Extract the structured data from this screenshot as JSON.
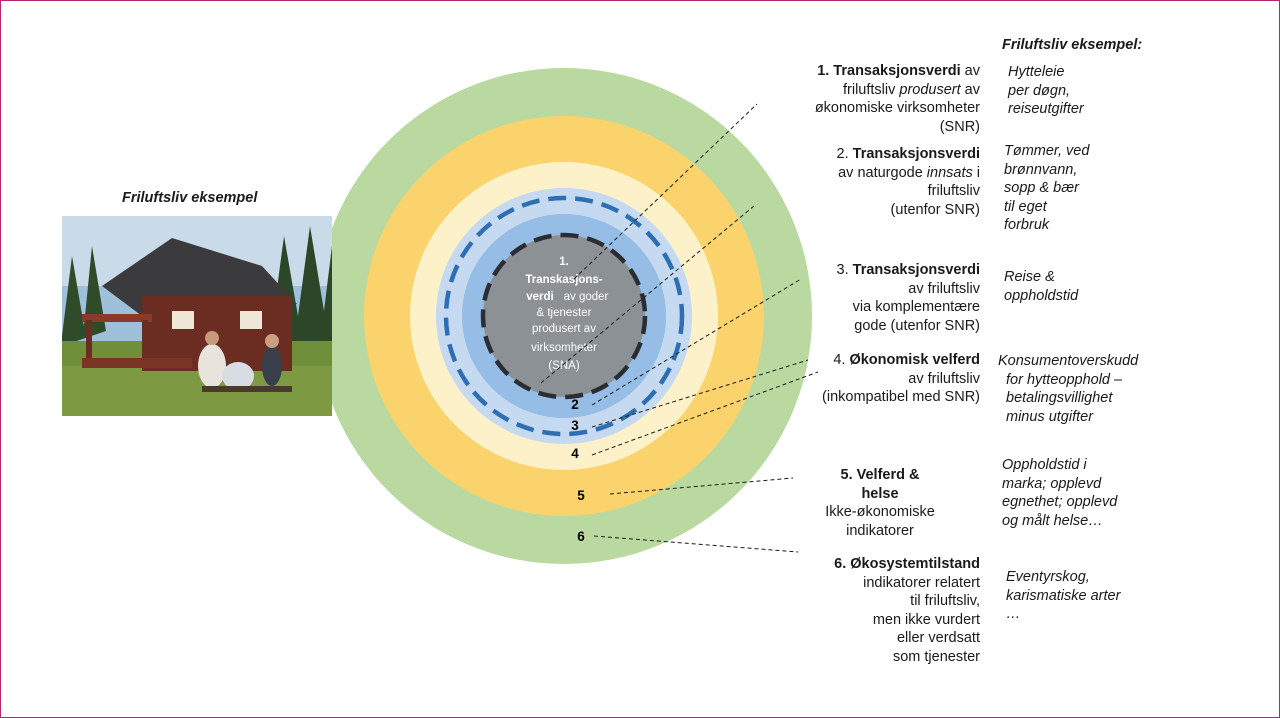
{
  "photo_title": "Friluftsliv eksempel",
  "examples_title": "Friluftsliv eksempel:",
  "center": {
    "number": "1.",
    "bold": [
      "Transkasjons-",
      "verdi"
    ],
    "rest": [
      "av goder",
      "& tjenester",
      "produsert av",
      "virksomheter",
      "(SNA)"
    ]
  },
  "ring_numbers": [
    "2",
    "3",
    "4",
    "5",
    "6"
  ],
  "labels": {
    "l1": {
      "b": "1. Transaksjonsverdi",
      "r1": " av",
      "r2a": "friluftsliv ",
      "r2i": "produsert",
      "r2b": " av",
      "r3": "økonomiske virksomheter",
      "r4": "(SNR)"
    },
    "l2": {
      "n": "2. ",
      "b": "Transaksjonsverdi",
      "r1a": "av naturgode ",
      "r1i": "innsats",
      "r1b": " i",
      "r2": "friluftsliv",
      "r3": "(utenfor SNR)"
    },
    "l3": {
      "n": "3. ",
      "b": "Transaksjonsverdi",
      "r1": "av friluftsliv",
      "r2": "via komplementære",
      "r3": "gode (utenfor SNR)"
    },
    "l4": {
      "n": "4. ",
      "b": "Økonomisk velferd",
      "r1": "av friluftsliv",
      "r2": "(inkompatibel med SNR)"
    },
    "l5": {
      "b": "5. Velferd & helse",
      "r1": "Ikke-økonomiske",
      "r2": "indikatorer"
    },
    "l6": {
      "b": "6. Økosystemtilstand",
      "r1": "indikatorer relatert",
      "r2": "til friluftsliv,",
      "r3": "men ikke vurdert",
      "r4": "eller verdsatt",
      "r5": "som tjenester"
    }
  },
  "examples": {
    "e1": [
      "Hytteleie",
      "per døgn,",
      "reiseutgifter"
    ],
    "e2": [
      "Tømmer, ved",
      "brønnvann,",
      "sopp & bær",
      "til eget",
      "forbruk"
    ],
    "e3": [
      "Reise &",
      "oppholdstid"
    ],
    "e4": [
      "Konsumentoverskudd",
      "for hytteopphold –",
      "betalingsvillighet",
      "minus utgifter"
    ],
    "e5": [
      "Oppholdstid i",
      "marka; opplevd",
      "egnethet; opplevd",
      "og målt helse…"
    ],
    "e6": [
      "Eventyrskog,",
      "karismatiske arter",
      "…"
    ]
  },
  "colors": {
    "ring6": "#b9d9a0",
    "ring5": "#fbd36c",
    "ring4": "#fdf1c9",
    "ring3": "#c5daf0",
    "ring2": "#95bde6",
    "center": "#8c9196",
    "dash_blue": "#2e6fb4",
    "dash_dark": "#2b2d33",
    "frame": "#b0286e"
  }
}
